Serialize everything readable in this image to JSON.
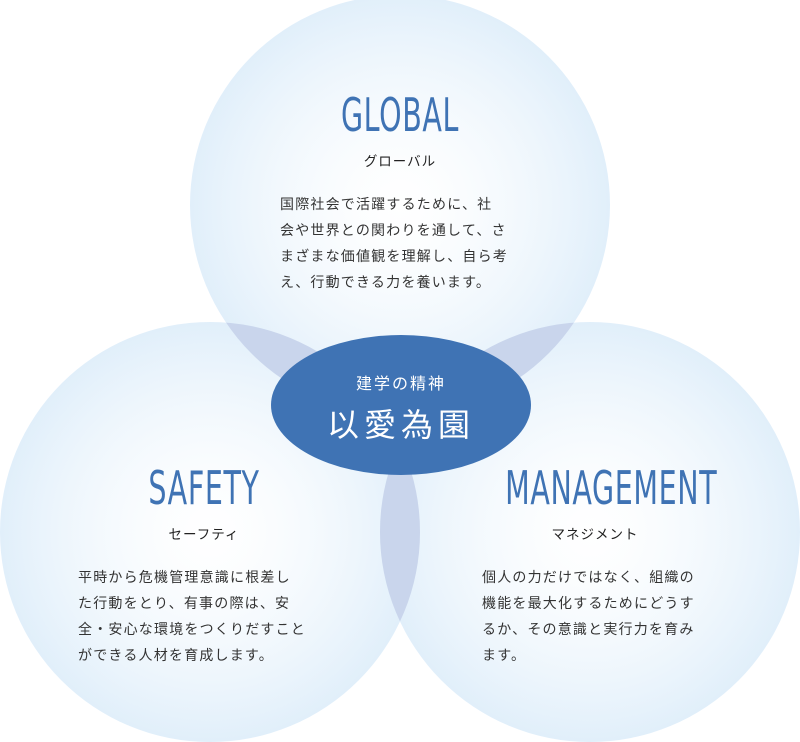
{
  "center": {
    "subtitle": "建学の精神",
    "title": "以愛為園"
  },
  "global": {
    "title": "GLOBAL",
    "subtitle": "グローバル",
    "lines": [
      "国際社会で活躍するために、社",
      "会や世界との関わりを通して、さ",
      "まざまな価値観を理解し、自ら考",
      "え、行動できる力を養います。"
    ]
  },
  "safety": {
    "title": "SAFETY",
    "subtitle": "セーフティ",
    "lines": [
      "平時から危機管理意識に根差し",
      "た行動をとり、有事の際は、安",
      "全・安心な環境をつくりだすこと",
      "ができる人材を育成します。"
    ]
  },
  "management": {
    "title": "MANAGEMENT",
    "subtitle": "マネジメント",
    "lines": [
      "個人の力だけではなく、組織の",
      "機能を最大化するためにどうす",
      "るか、その意識と実行力を育み",
      "ます。"
    ]
  },
  "colors": {
    "circle_light": "#e9f4fc",
    "overlap": "#c9d5ec",
    "center": "#3f73b4",
    "title": "#3f73b4"
  }
}
